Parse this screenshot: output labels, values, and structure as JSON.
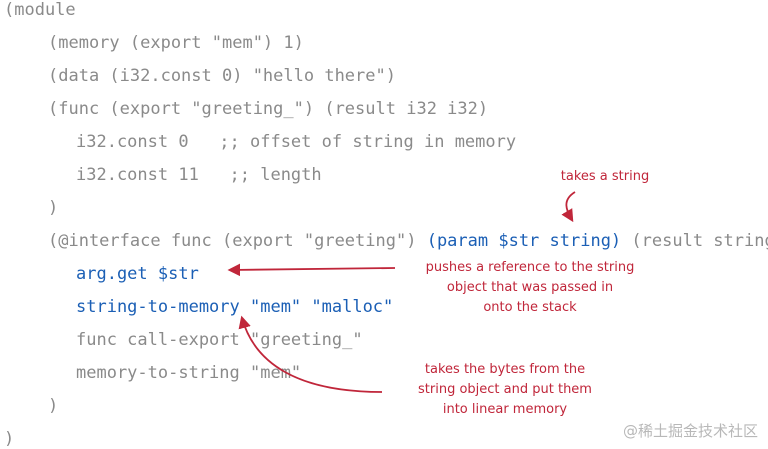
{
  "code": [
    {
      "segments": [
        {
          "text": "(module",
          "blue": false
        }
      ]
    },
    {
      "segments": [
        {
          "text": "(memory (export \"mem\") 1)",
          "blue": false
        }
      ]
    },
    {
      "segments": [
        {
          "text": "(data (i32.const 0) \"hello there\")",
          "blue": false
        }
      ]
    },
    {
      "segments": [
        {
          "text": "(func (export \"greeting_\") (result i32 i32)",
          "blue": false
        }
      ]
    },
    {
      "segments": [
        {
          "text": "i32.const 0   ;; offset of string in memory",
          "blue": false
        }
      ]
    },
    {
      "segments": [
        {
          "text": "i32.const 11   ;; length",
          "blue": false
        }
      ]
    },
    {
      "segments": [
        {
          "text": ")",
          "blue": false
        }
      ]
    },
    {
      "segments": [
        {
          "text": "(@interface func (export \"greeting\") ",
          "blue": false
        },
        {
          "text": "(param $str string)",
          "blue": true
        },
        {
          "text": " (result string)",
          "blue": false
        }
      ]
    },
    {
      "segments": [
        {
          "text": "arg.get $str",
          "blue": true
        }
      ]
    },
    {
      "segments": [
        {
          "text": "string-to-memory \"mem\" \"malloc\"",
          "blue": true
        }
      ]
    },
    {
      "segments": [
        {
          "text": "func call-export \"greeting_\"",
          "blue": false
        }
      ]
    },
    {
      "segments": [
        {
          "text": "memory-to-string \"mem\"",
          "blue": false
        }
      ]
    },
    {
      "segments": [
        {
          "text": ")",
          "blue": false
        }
      ]
    },
    {
      "segments": [
        {
          "text": ")",
          "blue": false
        }
      ]
    }
  ],
  "annotations": [
    {
      "text": "takes a string"
    },
    {
      "text": "pushes a reference to the string\nobject that was passed in\nonto the stack"
    },
    {
      "text": "takes the bytes from the\nstring object and put them\ninto linear memory"
    }
  ],
  "colors": {
    "code": "#8a8a8a",
    "highlight": "#1b5fb5",
    "annotation": "#c0263a"
  },
  "watermark": "@稀土掘金技术社区"
}
